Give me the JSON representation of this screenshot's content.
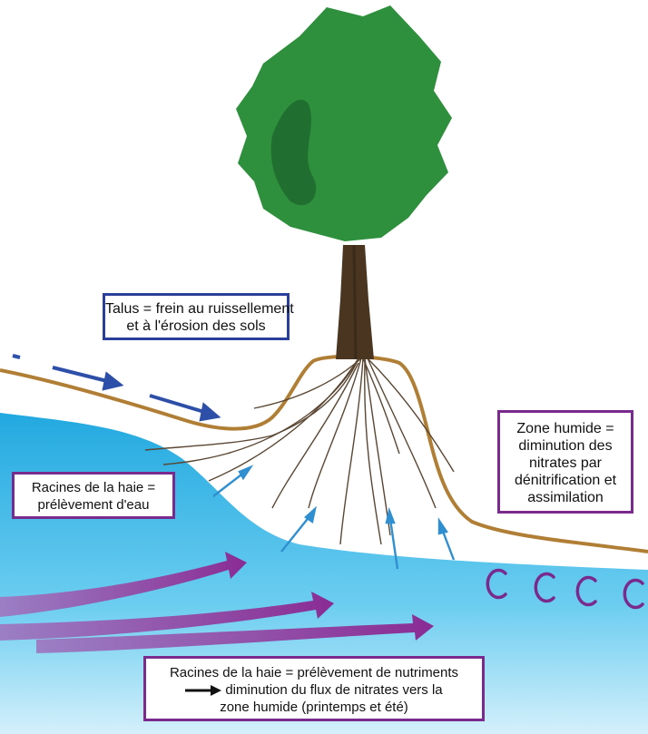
{
  "colors": {
    "talus_border": "#2a3f9a",
    "zone_border": "#7a2a8c",
    "racines_border": "#7a2a8c",
    "nutr_border": "#7a2a8c",
    "ground_line": "#b07e34",
    "water": "#34b3e4",
    "tree_green": "#2e8f3c",
    "trunk": "#4a3620",
    "nitrate_arrow": "#8b3a9a",
    "runoff_arrow": "#2d4fa8",
    "uptake_arrow": "#2f8fd0"
  },
  "labels": {
    "talus": [
      "Talus = frein au ruissellement",
      "et à l'érosion des sols"
    ],
    "zone_humide": [
      "Zone humide =",
      "diminution des",
      "nitrates par",
      "dénitrification et",
      "assimilation"
    ],
    "racines_eau": [
      "Racines de la haie =",
      "prélèvement d'eau"
    ],
    "racines_nutr_1": "Racines de la haie = prélèvement de nutriments",
    "racines_nutr_2": "diminution du flux de nitrates vers la",
    "racines_nutr_3": "zone humide (printemps et été)"
  },
  "icons": {
    "denitrification": "C-shaped cycle symbols",
    "runoff": "dashed arrows",
    "uptake": "thin arrows"
  }
}
